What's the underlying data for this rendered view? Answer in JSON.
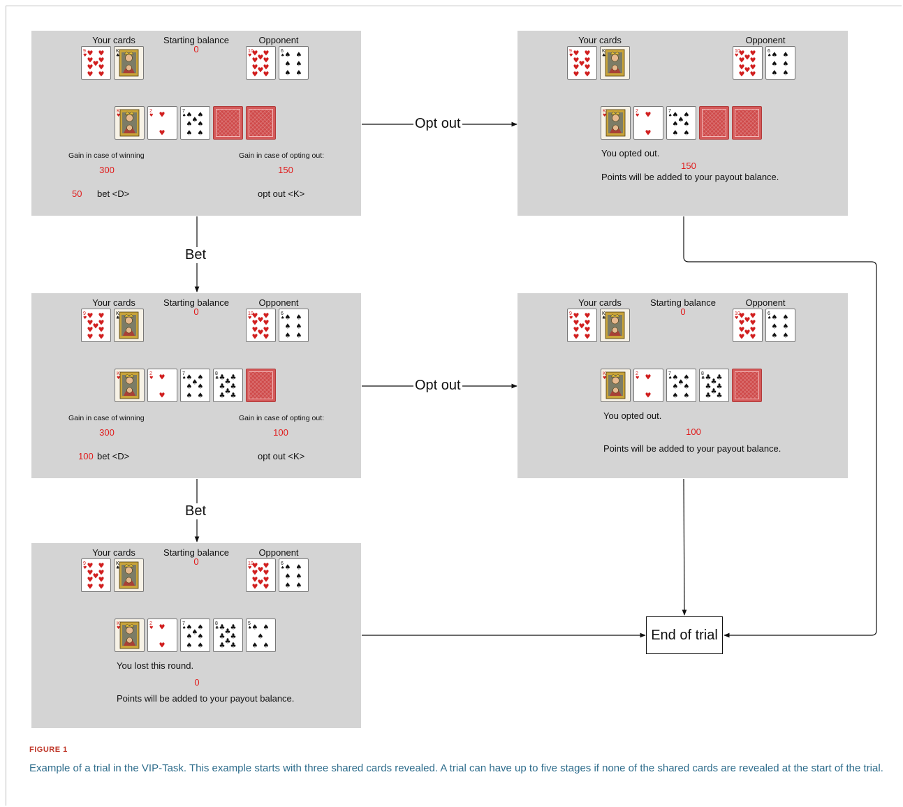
{
  "labels": {
    "your_cards": "Your cards",
    "starting_balance": "Starting balance",
    "opponent": "Opponent",
    "gain_winning": "Gain in case of winning",
    "gain_optout": "Gain in case of opting out:",
    "bet_key": "bet <D>",
    "optout_key": "opt out <K>",
    "points_added": "Points will be added to your payout balance."
  },
  "flow": {
    "opt_out_1": "Opt out",
    "opt_out_2": "Opt out",
    "bet_1": "Bet",
    "bet_2": "Bet",
    "end_of_trial": "End of trial"
  },
  "panel_a": {
    "balance": "0",
    "win_gain": "300",
    "optout_gain": "150",
    "bet_amount": "50"
  },
  "panel_b": {
    "message": "You opted out.",
    "amount": "150"
  },
  "panel_c": {
    "balance": "0",
    "win_gain": "300",
    "optout_gain": "100",
    "bet_amount": "100"
  },
  "panel_d": {
    "balance": "0",
    "message": "You opted out.",
    "amount": "100"
  },
  "panel_e": {
    "balance": "0",
    "message": "You lost this round.",
    "amount": "0"
  },
  "caption": {
    "label": "FIGURE 1",
    "text": "Example of a trial in the VIP-Task. This example starts with three shared cards revealed. A trial can have up to five stages if none of the shared cards are revealed at the start of the trial."
  },
  "colors": {
    "panel": "#d4d4d4",
    "value_red": "#e01b1b",
    "caption_text": "#2f6d8c",
    "caption_label": "#c0392b"
  },
  "cards": {
    "player": [
      {
        "rank": "9",
        "suit": "hearts"
      },
      {
        "rank": "K",
        "suit": "clubs",
        "face": true
      }
    ],
    "opponent": [
      {
        "rank": "10",
        "suit": "hearts"
      },
      {
        "rank": "6",
        "suit": "spades"
      }
    ],
    "shared": [
      {
        "rank": "K",
        "suit": "hearts",
        "face": true
      },
      {
        "rank": "2",
        "suit": "hearts"
      },
      {
        "rank": "7",
        "suit": "spades"
      },
      {
        "rank": "8",
        "suit": "clubs"
      },
      {
        "rank": "5",
        "suit": "spades"
      }
    ]
  }
}
